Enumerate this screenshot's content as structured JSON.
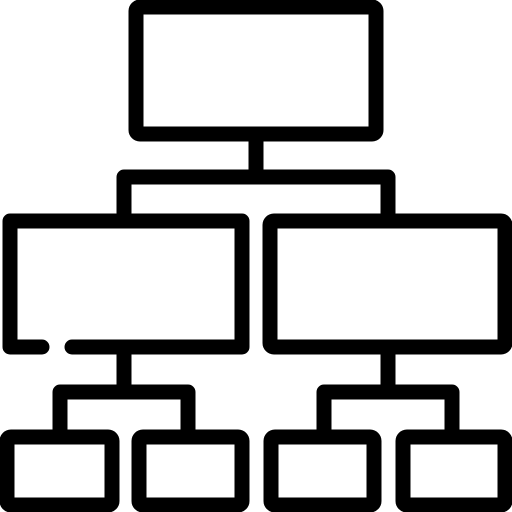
{
  "icon": {
    "name": "hierarchy-structure-icon",
    "stroke_color": "#000000",
    "background_color": "#ffffff"
  },
  "diagram": {
    "levels": 3,
    "nodes": [
      {
        "id": "root",
        "level": 1,
        "parent": null
      },
      {
        "id": "left",
        "level": 2,
        "parent": "root"
      },
      {
        "id": "right",
        "level": 2,
        "parent": "root"
      },
      {
        "id": "left-left",
        "level": 3,
        "parent": "left"
      },
      {
        "id": "left-right",
        "level": 3,
        "parent": "left"
      },
      {
        "id": "right-left",
        "level": 3,
        "parent": "right"
      },
      {
        "id": "right-right",
        "level": 3,
        "parent": "right"
      }
    ]
  }
}
